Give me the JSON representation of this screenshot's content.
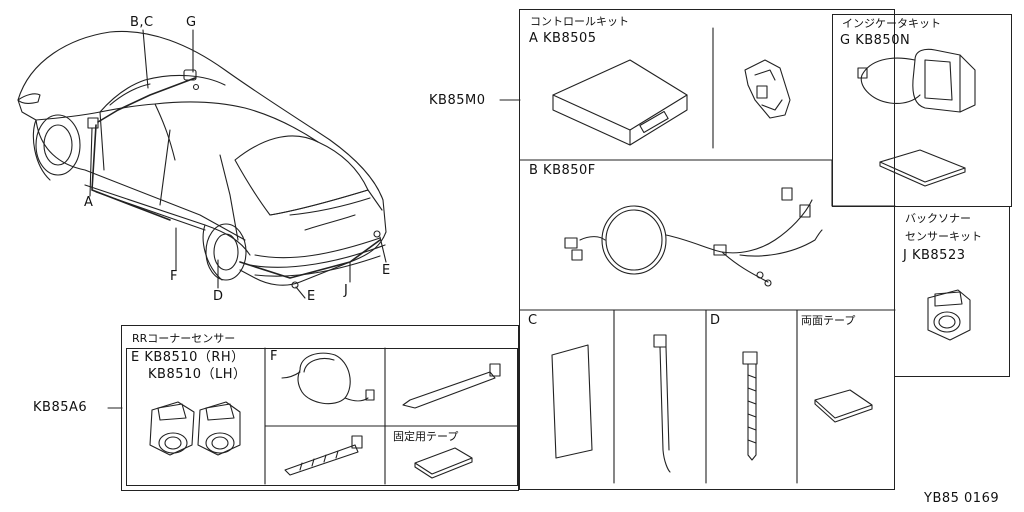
{
  "car_callouts": {
    "a": "A",
    "bc": "B,C",
    "g": "G",
    "f": "F",
    "d": "D",
    "e1": "E",
    "e2": "E",
    "j": "J"
  },
  "kit_codes": {
    "control_main": "KB85M0",
    "corner_main": "KB85A6"
  },
  "control_kit": {
    "title": "コントロールキット",
    "part": "A KB8505"
  },
  "harness": {
    "part": "B KB850F"
  },
  "indicator_kit": {
    "title": "インジケータキット",
    "part": "G KB850N"
  },
  "back_sonar_kit": {
    "title1": "バックソナー",
    "title2": "センサーキット",
    "part": "J KB8523"
  },
  "accessory_cells": {
    "c": "C",
    "d": "D",
    "tape": "両面テープ"
  },
  "corner_kit": {
    "title": "RRコーナーセンサー",
    "part_rh": "E KB8510（RH）",
    "part_lh": "KB8510（LH）",
    "f": "F",
    "fixing_tape": "固定用テープ"
  },
  "footer": {
    "code": "YB85 0169"
  }
}
